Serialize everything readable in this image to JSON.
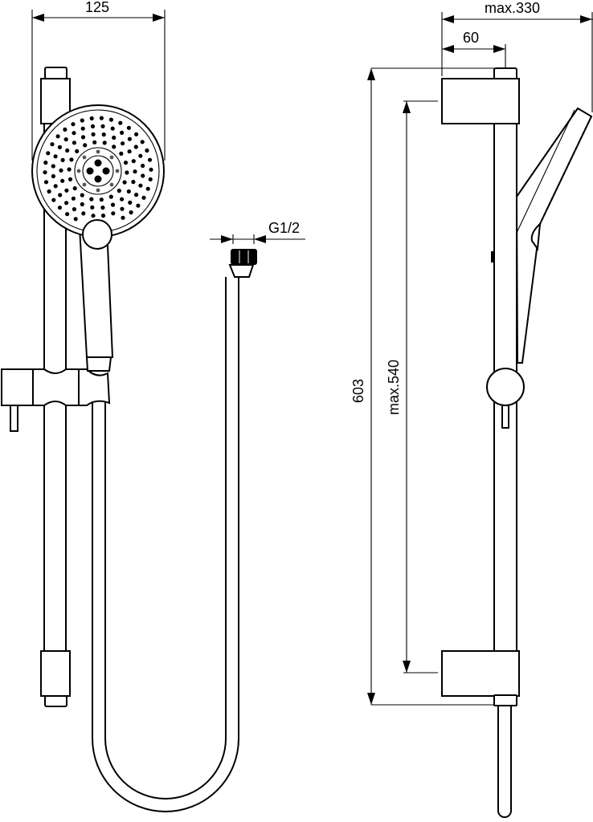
{
  "drawing": {
    "type": "technical-dimension-drawing",
    "subject": "shower rail kit with hand shower and hose",
    "line_color": "#000000",
    "background": "#ffffff"
  },
  "dimensions": {
    "head_width": "125",
    "connector_thread": "G1/2",
    "projection_max": "max.330",
    "wall_offset": "60",
    "rail_height": "603",
    "adjustment_max": "max.540"
  }
}
